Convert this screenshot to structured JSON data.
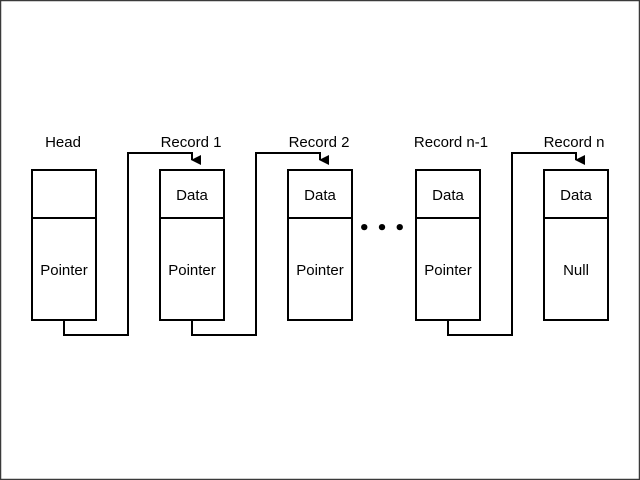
{
  "diagram": {
    "nodes": [
      {
        "label": "Head",
        "data_text": "",
        "pointer_text": "Pointer"
      },
      {
        "label": "Record 1",
        "data_text": "Data",
        "pointer_text": "Pointer"
      },
      {
        "label": "Record 2",
        "data_text": "Data",
        "pointer_text": "Pointer"
      },
      {
        "label": "Record n-1",
        "data_text": "Data",
        "pointer_text": "Pointer"
      },
      {
        "label": "Record n",
        "data_text": "Data",
        "pointer_text": "Null"
      }
    ],
    "ellipsis": "• • •",
    "links": [
      {
        "from": 0,
        "to": 1
      },
      {
        "from": 1,
        "to": 2
      },
      {
        "from": 3,
        "to": 4
      }
    ]
  },
  "colors": {
    "background": "#ffffff",
    "frame": "#3a3a3a",
    "stroke": "#000000"
  }
}
